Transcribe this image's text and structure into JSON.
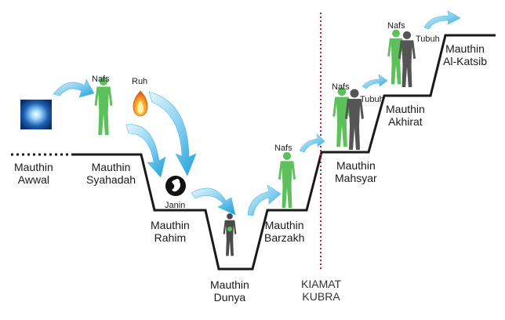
{
  "stages": {
    "awwal": "Mauthin\nAwwal",
    "syahadah": "Mauthin\nSyahadah",
    "rahim": "Mauthin\nRahim",
    "dunya": "Mauthin\nDunya",
    "barzakh": "Mauthin\nBarzakh",
    "mahsyar": "Mauthin\nMahsyar",
    "akhirat": "Mauthin\nAkhirat",
    "katsib": "Mauthin\nAl-Katsib"
  },
  "kiamat": "KIAMAT\nKUBRA",
  "labels": {
    "nafs_1": "Nafs",
    "ruh": "Ruh",
    "janin": "Janin",
    "nafs_2": "Nafs",
    "nafs_3": "Nafs",
    "tubuh_1": "Tubuh",
    "nafs_4": "Nafs",
    "tubuh_2": "Tubuh"
  },
  "icons": {
    "origin": "glowing-light-icon",
    "soul": "green-figure-icon",
    "ruh": "flame-icon",
    "janin": "embryo-icon",
    "body": "dark-figure-icon",
    "arrows": "curved-arrow-icon"
  },
  "colors": {
    "path": "#1a1a1a",
    "kiamat_line": "#cc1f2d",
    "kiamat_text": "#333333",
    "nafs_figure": "#5cc15a",
    "tubuh_figure": "#555555",
    "arrow_light": "#c8ecfb",
    "arrow_dark": "#1e9fd8",
    "flame_outer": "#f08a1e",
    "flame_inner": "#ffe25a",
    "origin_light": "#1c5fb0"
  }
}
